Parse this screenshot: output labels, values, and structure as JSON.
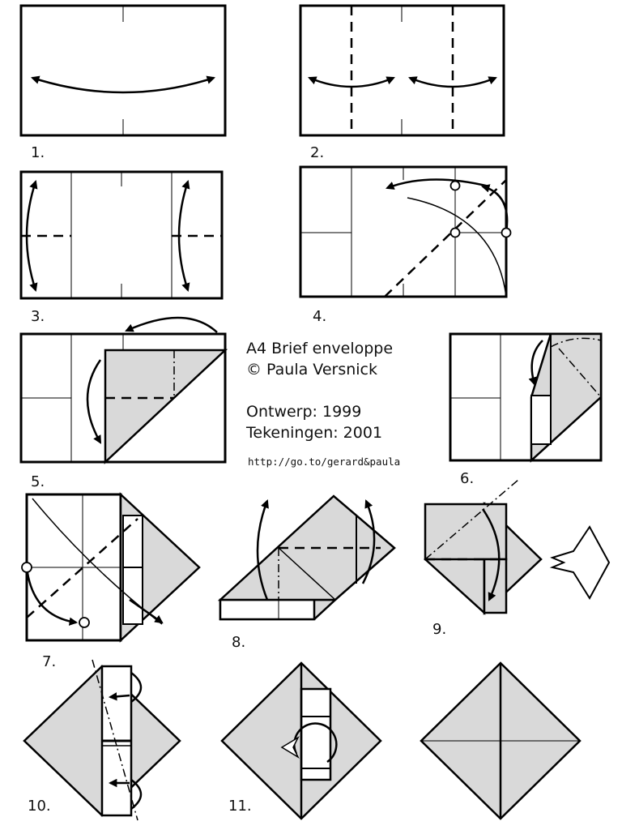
{
  "header": {
    "title": "A4 Brief enveloppe",
    "author": "© Paula Versnick",
    "design": "Ontwerp: 1999",
    "drawings": "Tekeningen: 2001",
    "url": "http://go.to/gerard&paula"
  },
  "steps": [
    {
      "id": "step-1",
      "label": "1."
    },
    {
      "id": "step-2",
      "label": "2."
    },
    {
      "id": "step-3",
      "label": "3."
    },
    {
      "id": "step-4",
      "label": "4."
    },
    {
      "id": "step-5",
      "label": "5."
    },
    {
      "id": "step-6",
      "label": "6."
    },
    {
      "id": "step-7",
      "label": "7."
    },
    {
      "id": "step-8",
      "label": "8."
    },
    {
      "id": "step-9",
      "label": "9."
    },
    {
      "id": "step-10",
      "label": "10."
    },
    {
      "id": "step-11",
      "label": "11."
    }
  ]
}
